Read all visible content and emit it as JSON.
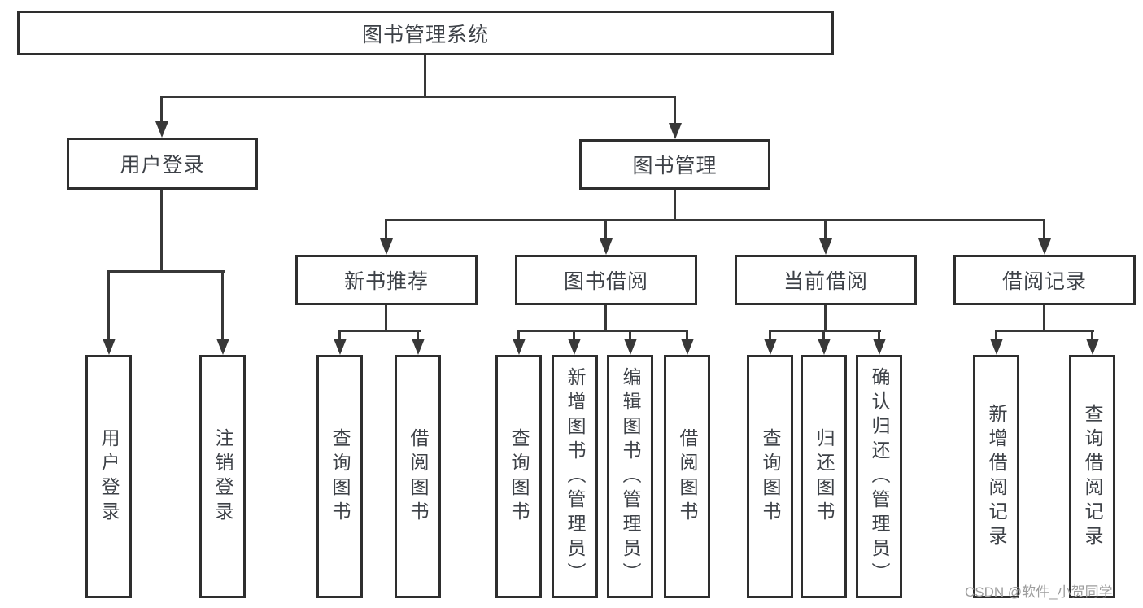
{
  "diagram": {
    "title": "图书管理系统",
    "root": {
      "label": "图书管理系统"
    },
    "level1": [
      {
        "label": "用户登录"
      },
      {
        "label": "图书管理"
      }
    ],
    "level2": [
      {
        "label": "新书推荐",
        "parent": "图书管理"
      },
      {
        "label": "图书借阅",
        "parent": "图书管理"
      },
      {
        "label": "当前借阅",
        "parent": "图书管理"
      },
      {
        "label": "借阅记录",
        "parent": "图书管理"
      }
    ],
    "leaves": [
      {
        "label": "用户登录",
        "parent": "用户登录"
      },
      {
        "label": "注销登录",
        "parent": "用户登录"
      },
      {
        "label": "查询图书",
        "parent": "新书推荐"
      },
      {
        "label": "借阅图书",
        "parent": "新书推荐"
      },
      {
        "label": "查询图书",
        "parent": "图书借阅"
      },
      {
        "label": "新增图书（管理员）",
        "parent": "图书借阅"
      },
      {
        "label": "编辑图书（管理员）",
        "parent": "图书借阅"
      },
      {
        "label": "借阅图书",
        "parent": "图书借阅"
      },
      {
        "label": "查询图书",
        "parent": "当前借阅"
      },
      {
        "label": "归还图书",
        "parent": "当前借阅"
      },
      {
        "label": "确认归还（管理员）",
        "parent": "当前借阅"
      },
      {
        "label": "新增借阅记录",
        "parent": "借阅记录"
      },
      {
        "label": "查询借阅记录",
        "parent": "借阅记录"
      }
    ],
    "watermark": "CSDN @软件_小贺同学",
    "colors": {
      "background": "#ffffff",
      "border": "#2e2e2e",
      "line": "#383838",
      "text": "#3d4147",
      "watermark": "#9d9d9d"
    }
  }
}
